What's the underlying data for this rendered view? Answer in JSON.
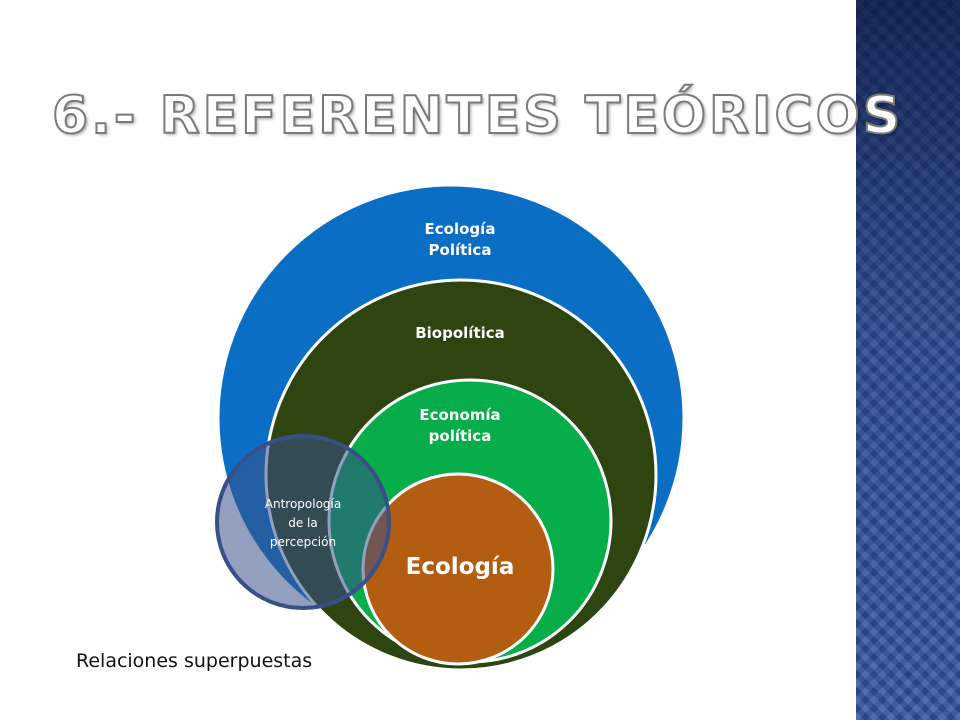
{
  "slide": {
    "title": "6.- REFERENTES TEÓRICOS",
    "caption": "Relaciones superpuestas"
  },
  "diagram": {
    "layers": [
      {
        "lines": [
          "Ecología",
          "Política"
        ],
        "color": "#0a6fc4"
      },
      {
        "lines": [
          "Biopolítica"
        ],
        "color": "#2e4512"
      },
      {
        "lines": [
          "Economía",
          "política"
        ],
        "color": "#06ad4a"
      },
      {
        "lines": [
          "Ecología"
        ],
        "color": "#b35d12"
      }
    ],
    "overlay": {
      "lines": [
        "Antropología",
        "de la",
        "percepción"
      ],
      "color": "#3b5088"
    }
  }
}
